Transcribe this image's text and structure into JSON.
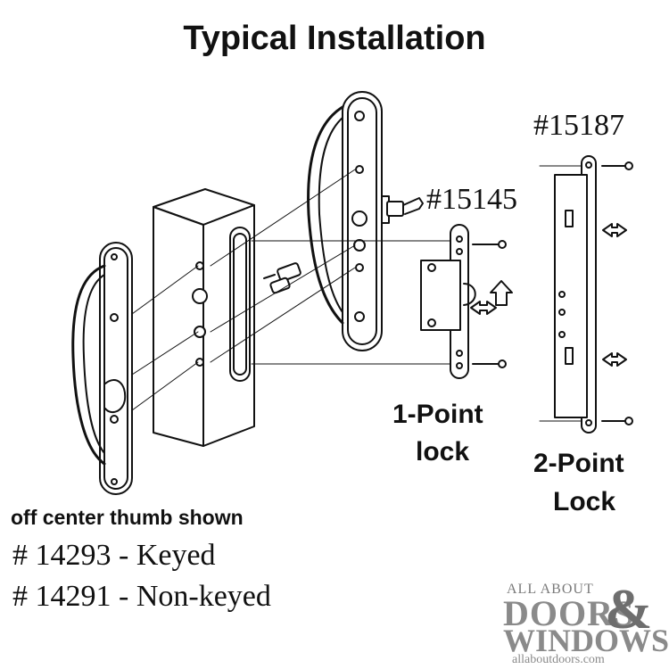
{
  "title": "Typical Installation",
  "labels": {
    "part_15187": "#15187",
    "part_15145": "#15145",
    "one_point_line1": "1-Point",
    "one_point_line2": "lock",
    "two_point_line1": "2-Point",
    "two_point_line2": "Lock"
  },
  "notes": {
    "thumb": "off center thumb shown",
    "keyed": "# 14293 - Keyed",
    "non_keyed": "# 14291 - Non-keyed"
  },
  "logo": {
    "line1": "ALL ABOUT",
    "line2": "DOORS",
    "ampersand": "&",
    "line3": "WINDOWS",
    "url": "allaboutdoors.com"
  },
  "colors": {
    "ink": "#111111",
    "logo_gray": "#8a8a8a"
  }
}
